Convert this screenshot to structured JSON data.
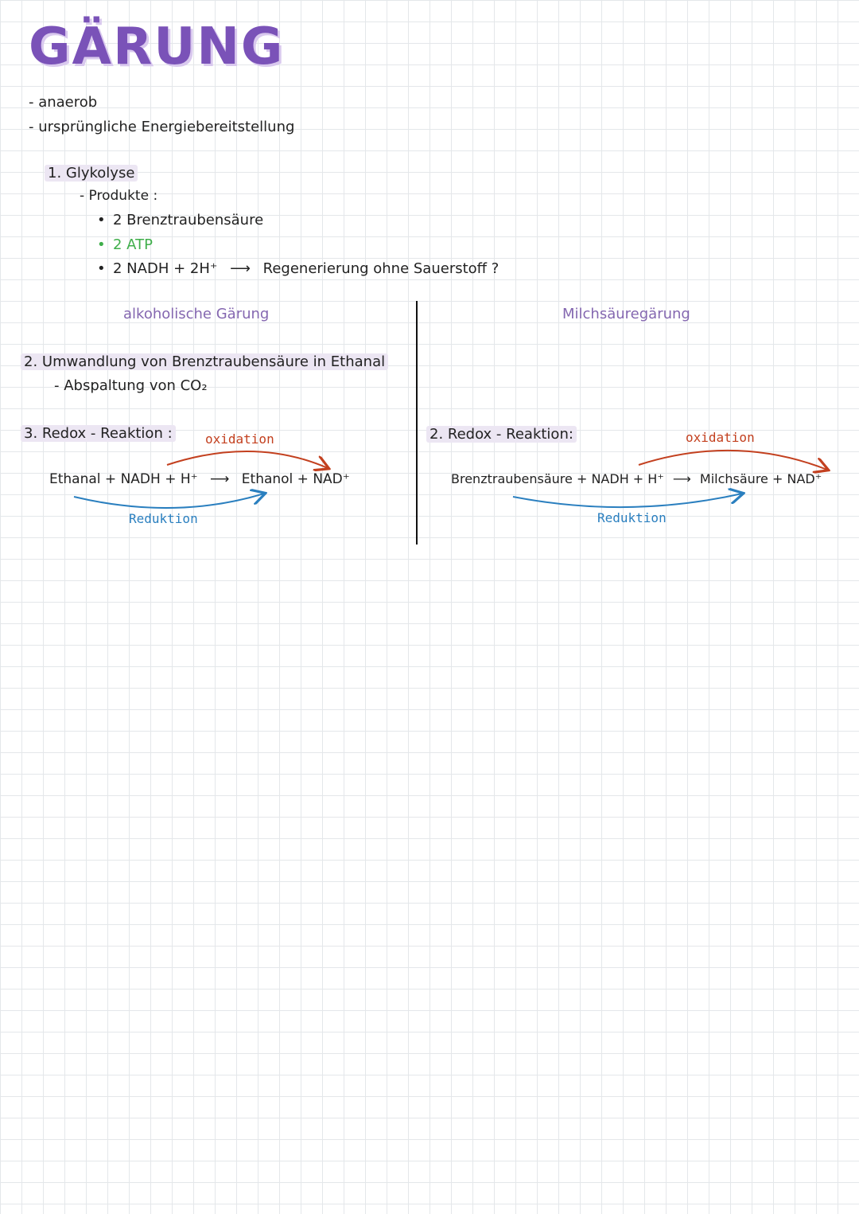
{
  "title": "GÄRUNG",
  "intro": {
    "line1": "- anaerob",
    "line2": "- ursprüngliche Energiebereitstellung"
  },
  "glycolysis": {
    "heading": "1. Glykolyse",
    "products_label": "- Produkte :",
    "products": [
      "2 Brenztraubensäure",
      "2 ATP",
      "2 NADH + 2H⁺"
    ],
    "arrow": "⟶",
    "question": "Regenerierung ohne Sauerstoff ?"
  },
  "alcoholic": {
    "title": "alkoholische Gärung",
    "step2": "2. Umwandlung von Brenztraubensäure in Ethanal",
    "step2_sub": "- Abspaltung von CO₂",
    "step3": "3. Redox - Reaktion :",
    "oxidation": "oxidation",
    "reduction": "Reduktion",
    "eq_left": "Ethanal + NADH + H⁺",
    "eq_arrow": "⟶",
    "eq_right": "Ethanol + NAD⁺"
  },
  "lactic": {
    "title": "Milchsäuregärung",
    "step2": "2. Redox - Reaktion:",
    "oxidation": "oxidation",
    "reduction": "Reduktion",
    "eq_left": "Brenztraubensäure + NADH + H⁺",
    "eq_arrow": "⟶",
    "eq_right": "Milchsäure + NAD⁺"
  },
  "colors": {
    "title": "#7a52b8",
    "highlight": "#ece6f3",
    "accent_purple": "#8467b0",
    "atp_green": "#3fae4a",
    "oxidation_red": "#c3401f",
    "reduction_blue": "#2a7fbf"
  }
}
